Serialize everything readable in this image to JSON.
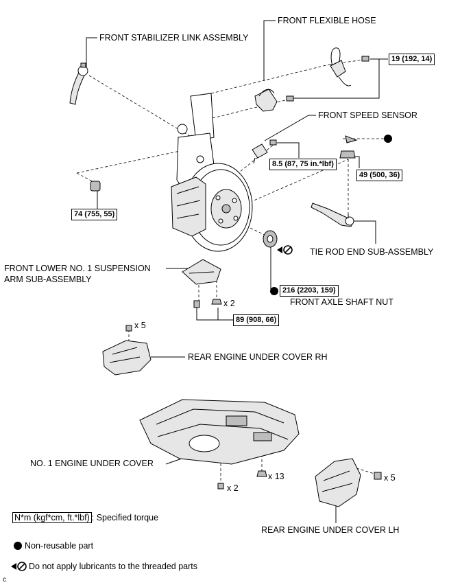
{
  "labels": {
    "front_flexible_hose": "FRONT FLEXIBLE HOSE",
    "front_stabilizer_link": "FRONT STABILIZER LINK ASSEMBLY",
    "front_speed_sensor": "FRONT SPEED SENSOR",
    "tie_rod_end": "TIE ROD END SUB-ASSEMBLY",
    "front_lower_arm_line1": "FRONT LOWER NO. 1 SUSPENSION",
    "front_lower_arm_line2": "ARM SUB-ASSEMBLY",
    "front_axle_shaft_nut": "FRONT AXLE SHAFT NUT",
    "rear_cover_rh": "REAR ENGINE UNDER COVER RH",
    "no1_engine_cover": "NO. 1 ENGINE UNDER COVER",
    "rear_cover_lh": "REAR ENGINE UNDER COVER LH"
  },
  "torques": {
    "t19": "19 (192, 14)",
    "t8_5": "8.5 (87, 75 in.*lbf)",
    "t49": "49 (500, 36)",
    "t74": "74 (755, 55)",
    "t216": "216 (2203, 159)",
    "t89": "89 (908, 66)"
  },
  "counts": {
    "arm_bolt": "x 2",
    "rh_clips": "x 5",
    "cover_clips": "x 2",
    "cover_bolts": "x 13",
    "lh_clips": "x 5"
  },
  "legend": {
    "torque_box": "N*m (kgf*cm, ft.*lbf)",
    "torque_desc": ": Specified torque",
    "nonreusable": "Non-reusable part",
    "no_lube": "Do not apply lubricants to the threaded parts"
  },
  "corner_mark": "c"
}
